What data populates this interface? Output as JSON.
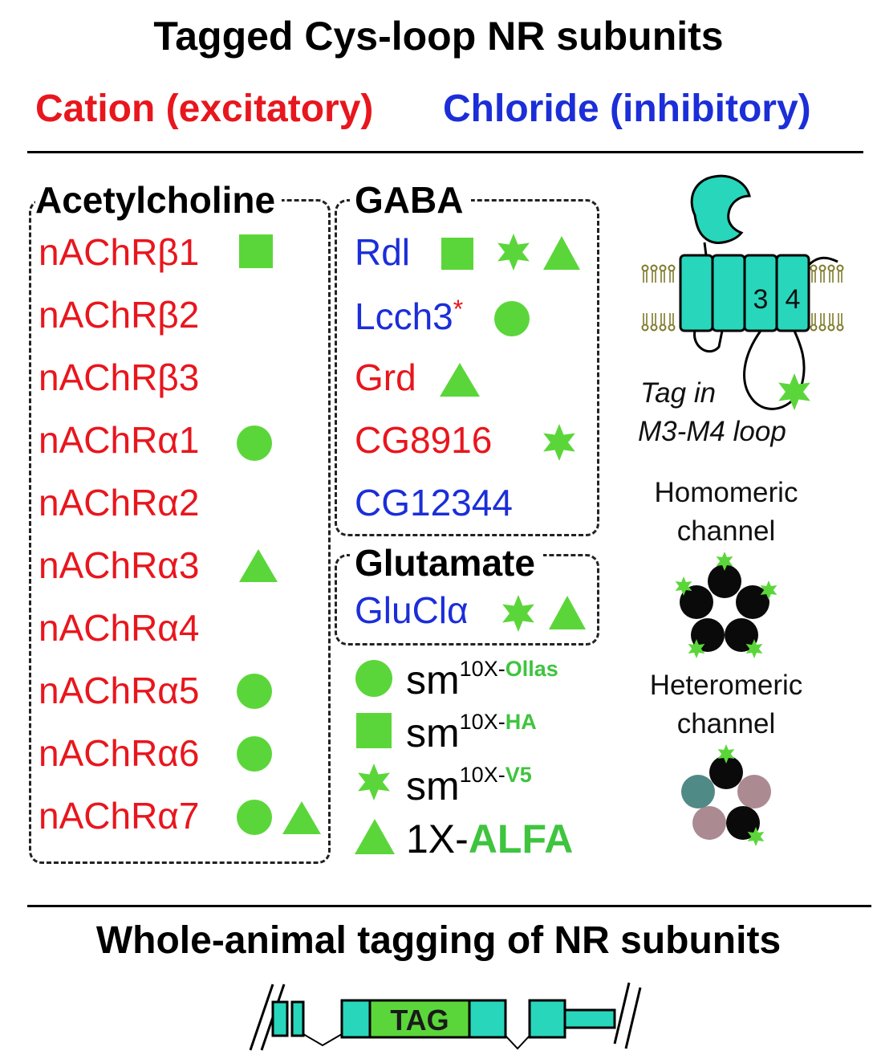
{
  "header": {
    "title": "Tagged Cys-loop NR subunits",
    "cation_label": "Cation (excitatory)",
    "chloride_label": "Chloride (inhibitory)"
  },
  "colors": {
    "cation": "#e8161d",
    "chloride": "#1b2ed8",
    "tag_green": "#5bd63a",
    "channel_teal": "#28d6bc",
    "membrane_olive": "#7e7a2a"
  },
  "groups": {
    "acetylcholine": {
      "title": "Acetylcholine",
      "items": [
        {
          "name": "nAChRβ1",
          "type": "cation",
          "tags": [
            "square"
          ]
        },
        {
          "name": "nAChRβ2",
          "type": "cation",
          "tags": []
        },
        {
          "name": "nAChRβ3",
          "type": "cation",
          "tags": []
        },
        {
          "name": "nAChRα1",
          "type": "cation",
          "tags": [
            "circle"
          ]
        },
        {
          "name": "nAChRα2",
          "type": "cation",
          "tags": []
        },
        {
          "name": "nAChRα3",
          "type": "cation",
          "tags": [
            "triangle"
          ]
        },
        {
          "name": "nAChRα4",
          "type": "cation",
          "tags": []
        },
        {
          "name": "nAChRα5",
          "type": "cation",
          "tags": [
            "circle"
          ]
        },
        {
          "name": "nAChRα6",
          "type": "cation",
          "tags": [
            "circle"
          ]
        },
        {
          "name": "nAChRα7",
          "type": "cation",
          "tags": [
            "circle",
            "triangle"
          ]
        }
      ]
    },
    "gaba": {
      "title": "GABA",
      "items": [
        {
          "name": "Rdl",
          "type": "chloride",
          "tags": [
            "square",
            "star",
            "triangle"
          ]
        },
        {
          "name": "Lcch3",
          "asterisk": "*",
          "type": "chloride",
          "tags": [
            "circle"
          ]
        },
        {
          "name": "Grd",
          "type": "cation",
          "tags": [
            "triangle"
          ]
        },
        {
          "name": "CG8916",
          "type": "cation",
          "tags": [
            "star"
          ]
        },
        {
          "name": "CG12344",
          "type": "chloride",
          "tags": []
        }
      ]
    },
    "glutamate": {
      "title": "Glutamate",
      "items": [
        {
          "name": "GluClα",
          "type": "chloride",
          "tags": [
            "star",
            "triangle"
          ]
        }
      ]
    }
  },
  "legend": [
    {
      "shape": "circle",
      "base": "sm",
      "sup": "10X-",
      "sup_tag": "Ollas"
    },
    {
      "shape": "square",
      "base": "sm",
      "sup": "10X-",
      "sup_tag": "HA"
    },
    {
      "shape": "star",
      "base": "sm",
      "sup": "10X-",
      "sup_tag": "V5"
    },
    {
      "shape": "triangle",
      "base": "1X-",
      "tag": "ALFA"
    }
  ],
  "right_panel": {
    "helix_numbers": [
      "3",
      "4"
    ],
    "tag_note_line1": "Tag in",
    "tag_note_line2": "M3-M4 loop",
    "homomeric_line1": "Homomeric",
    "homomeric_line2": "channel",
    "heteromeric_line1": "Heteromeric",
    "heteromeric_line2": "channel"
  },
  "footer": {
    "title": "Whole-animal tagging of NR subunits",
    "tag_label": "TAG"
  }
}
